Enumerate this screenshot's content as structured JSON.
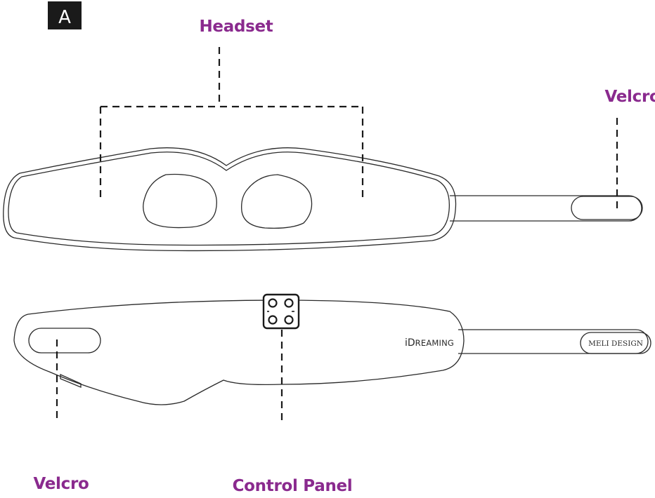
{
  "panel_letter": "A",
  "labels": {
    "headset": "Headset",
    "velcro_right": "Velcro",
    "velcro_left": "Velcro",
    "control_panel": "Control Panel"
  },
  "brand": {
    "prefix": "i",
    "initial": "D",
    "rest": "REAMING"
  },
  "strap_tag": "MELI DESIGN",
  "colors": {
    "label": "#8a2a8e",
    "outline": "#2a2a2a",
    "badge_bg": "#1a1a1a",
    "badge_fg": "#ffffff"
  }
}
